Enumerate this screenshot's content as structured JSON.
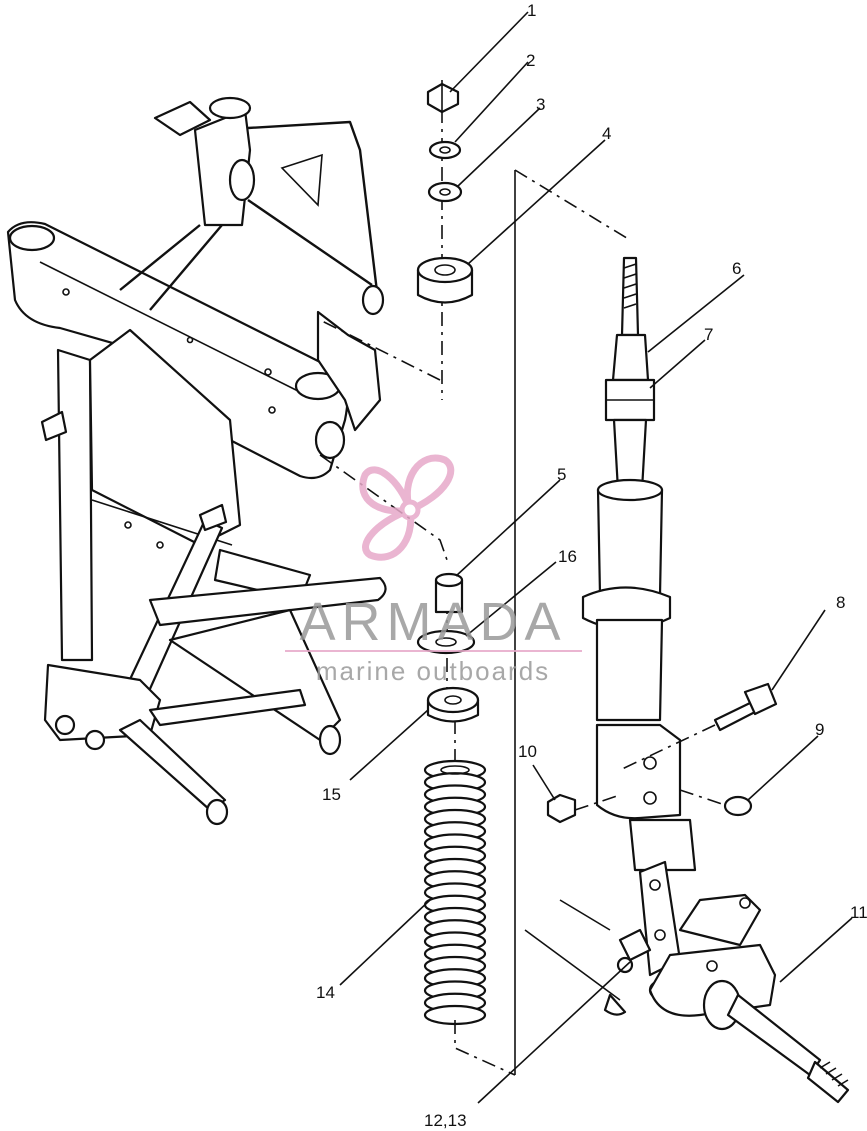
{
  "diagram": {
    "callouts": [
      {
        "id": "c1",
        "label": "1"
      },
      {
        "id": "c2",
        "label": "2"
      },
      {
        "id": "c3",
        "label": "3"
      },
      {
        "id": "c4",
        "label": "4"
      },
      {
        "id": "c5",
        "label": "5"
      },
      {
        "id": "c6",
        "label": "6"
      },
      {
        "id": "c7",
        "label": "7"
      },
      {
        "id": "c8",
        "label": "8"
      },
      {
        "id": "c9",
        "label": "9"
      },
      {
        "id": "c10",
        "label": "10"
      },
      {
        "id": "c11",
        "label": "11"
      },
      {
        "id": "c1213",
        "label": "12,13"
      },
      {
        "id": "c14",
        "label": "14"
      },
      {
        "id": "c15",
        "label": "15"
      },
      {
        "id": "c16",
        "label": "16"
      }
    ]
  },
  "watermark": {
    "brand": "ARMADA",
    "tagline": "marine outboards",
    "logo_icon": "propeller-icon",
    "logo_color": "#e7a9c9",
    "text_color": "#9a9a9a"
  }
}
